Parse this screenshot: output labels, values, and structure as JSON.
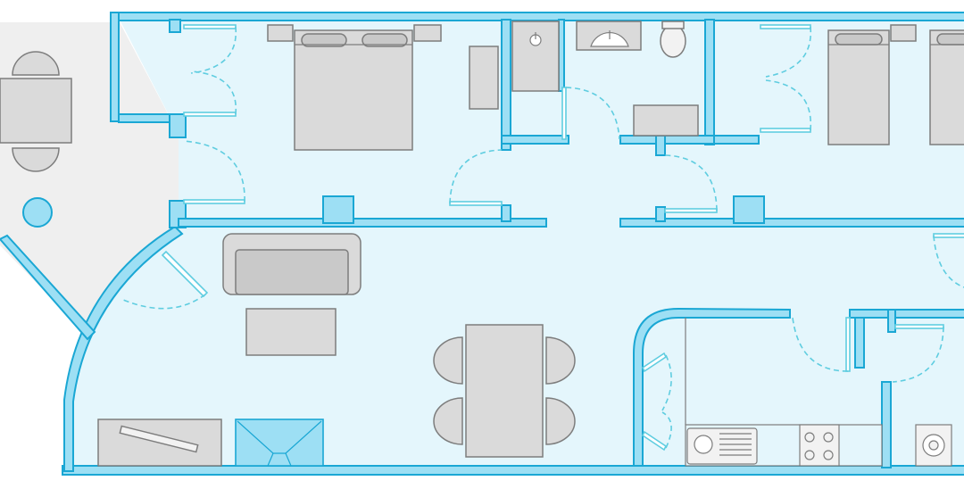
{
  "colors": {
    "background": "#ffffff",
    "floor": "#e4f6fc",
    "balcony": "#efefef",
    "wall_fill": "#9ddff4",
    "wall_stroke": "#1aa7d4",
    "wall_inner": "#bfeaf8",
    "door_swing": "#5fcde0",
    "furniture_fill": "#dadada",
    "furniture_stroke": "#7d7d7d",
    "bed_accent": "#c9c9c9",
    "appliance_fill": "#f2f2f2"
  },
  "rooms": [
    {
      "name": "balcony",
      "kind": "outdoor"
    },
    {
      "name": "closet",
      "kind": "storage"
    },
    {
      "name": "master-bedroom",
      "kind": "bedroom"
    },
    {
      "name": "bathroom",
      "kind": "wet"
    },
    {
      "name": "second-bedroom",
      "kind": "bedroom"
    },
    {
      "name": "living-dining",
      "kind": "living"
    },
    {
      "name": "kitchen",
      "kind": "kitchen"
    },
    {
      "name": "utility",
      "kind": "laundry"
    }
  ],
  "furniture": [
    {
      "name": "balcony-table",
      "icon": "table-icon"
    },
    {
      "name": "balcony-chairs",
      "icon": "chair-icon"
    },
    {
      "name": "balcony-plant",
      "icon": "plant-pot-icon"
    },
    {
      "name": "double-bed",
      "icon": "double-bed-icon"
    },
    {
      "name": "dresser",
      "icon": "dresser-icon"
    },
    {
      "name": "shower-tray",
      "icon": "shower-icon"
    },
    {
      "name": "washbasin",
      "icon": "sink-icon"
    },
    {
      "name": "toilet",
      "icon": "toilet-icon"
    },
    {
      "name": "bathtub",
      "icon": "bathtub-icon"
    },
    {
      "name": "single-beds",
      "icon": "single-bed-icon"
    },
    {
      "name": "sofa",
      "icon": "sofa-icon"
    },
    {
      "name": "coffee-table",
      "icon": "table-icon"
    },
    {
      "name": "dining-table",
      "icon": "table-icon"
    },
    {
      "name": "dining-chairs",
      "icon": "chair-icon"
    },
    {
      "name": "tv-cabinet",
      "icon": "cabinet-icon"
    },
    {
      "name": "fireplace",
      "icon": "fireplace-icon"
    },
    {
      "name": "kitchen-sink",
      "icon": "kitchen-sink-icon"
    },
    {
      "name": "cooktop",
      "icon": "cooktop-icon"
    },
    {
      "name": "washing-machine",
      "icon": "washing-machine-icon"
    }
  ]
}
